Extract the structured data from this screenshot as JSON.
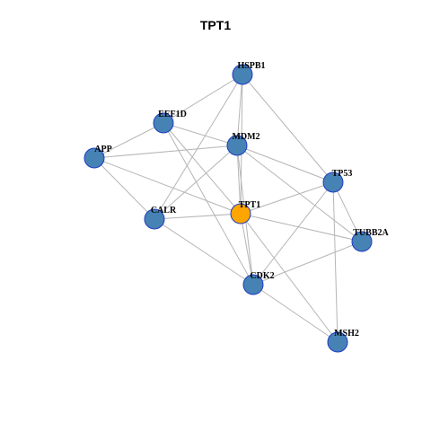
{
  "title": "TPT1",
  "colors": {
    "node_default": "#4682b4",
    "node_highlight": "#ffa500",
    "node_border": "#1f3bc4",
    "edge": "#b5b5b5"
  },
  "nodes": [
    {
      "id": "HSPB1",
      "label": "HSPB1",
      "highlight": false
    },
    {
      "id": "EEF1D",
      "label": "EEF1D",
      "highlight": false
    },
    {
      "id": "MDM2",
      "label": "MDM2",
      "highlight": false
    },
    {
      "id": "APP",
      "label": "APP",
      "highlight": false
    },
    {
      "id": "TP53",
      "label": "TP53",
      "highlight": false
    },
    {
      "id": "TPT1",
      "label": "TPT1",
      "highlight": true
    },
    {
      "id": "CALR",
      "label": "CALR",
      "highlight": false
    },
    {
      "id": "TUBB2A",
      "label": "TUBB2A",
      "highlight": false
    },
    {
      "id": "CDK2",
      "label": "CDK2",
      "highlight": false
    },
    {
      "id": "MSH2",
      "label": "MSH2",
      "highlight": false
    }
  ],
  "edges": [
    [
      "HSPB1",
      "EEF1D"
    ],
    [
      "HSPB1",
      "MDM2"
    ],
    [
      "HSPB1",
      "TPT1"
    ],
    [
      "HSPB1",
      "TP53"
    ],
    [
      "HSPB1",
      "CALR"
    ],
    [
      "EEF1D",
      "APP"
    ],
    [
      "EEF1D",
      "MDM2"
    ],
    [
      "EEF1D",
      "TPT1"
    ],
    [
      "EEF1D",
      "CDK2"
    ],
    [
      "APP",
      "MDM2"
    ],
    [
      "APP",
      "CALR"
    ],
    [
      "APP",
      "TPT1"
    ],
    [
      "MDM2",
      "TP53"
    ],
    [
      "MDM2",
      "TPT1"
    ],
    [
      "MDM2",
      "CALR"
    ],
    [
      "MDM2",
      "CDK2"
    ],
    [
      "MDM2",
      "TUBB2A"
    ],
    [
      "TP53",
      "TPT1"
    ],
    [
      "TP53",
      "CDK2"
    ],
    [
      "TP53",
      "TUBB2A"
    ],
    [
      "TP53",
      "MSH2"
    ],
    [
      "TPT1",
      "CALR"
    ],
    [
      "TPT1",
      "TUBB2A"
    ],
    [
      "TPT1",
      "CDK2"
    ],
    [
      "TPT1",
      "MSH2"
    ],
    [
      "CALR",
      "CDK2"
    ],
    [
      "CDK2",
      "TUBB2A"
    ],
    [
      "CDK2",
      "MSH2"
    ]
  ]
}
